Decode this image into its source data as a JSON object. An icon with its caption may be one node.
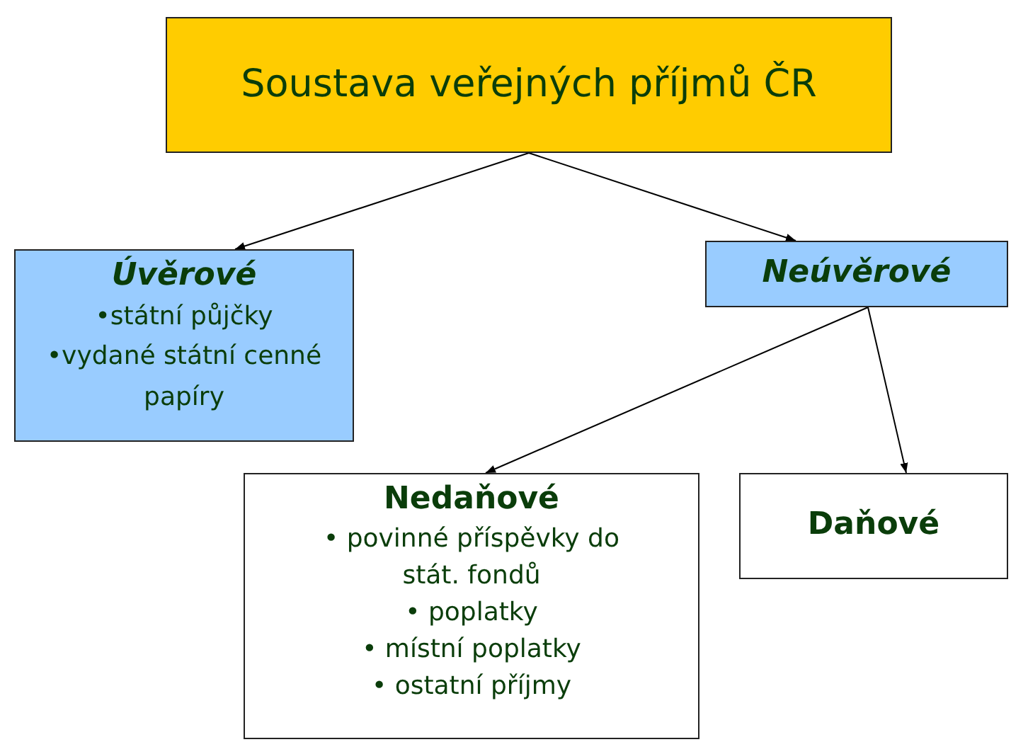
{
  "diagram": {
    "nodes": [
      {
        "text": [
          "Soustava veřejných příjmů ČR"
        ]
      },
      {
        "text": [
          "Úvěrové",
          "•státní půjčky",
          "•vydané státní cenné papíry"
        ]
      },
      {
        "text": [
          "Neúvěrové"
        ]
      },
      {
        "text": [
          "Nedaňové",
          "• povinné příspěvky do stát. fondů",
          "• poplatky",
          "• místní poplatky",
          "• ostatní příjmy"
        ]
      },
      {
        "text": [
          "Daňové"
        ]
      }
    ],
    "edges": [
      {
        "from": 0,
        "to": 1,
        "arrow": "to"
      },
      {
        "from": 0,
        "to": 2,
        "arrow": "to"
      },
      {
        "from": 2,
        "to": 3,
        "arrow": "to"
      },
      {
        "from": 2,
        "to": 4,
        "arrow": "to"
      }
    ]
  }
}
